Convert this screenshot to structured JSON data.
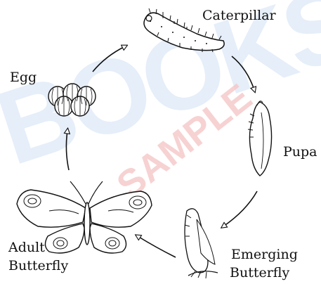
{
  "labels": {
    "egg": "Egg",
    "caterpillar": "Caterpillar",
    "pupa": "Pupa",
    "emerging_line1": "Emerging",
    "emerging_line2": "Butterfly",
    "adult_line1": "Adult",
    "adult_line2": "Butterfly"
  },
  "watermarks": {
    "books": "BOOKS",
    "sample": "SAMPLE"
  },
  "colors": {
    "watermark_blue": "#d7e6f7",
    "watermark_red": "#f7c6c6",
    "ink": "#111111"
  }
}
